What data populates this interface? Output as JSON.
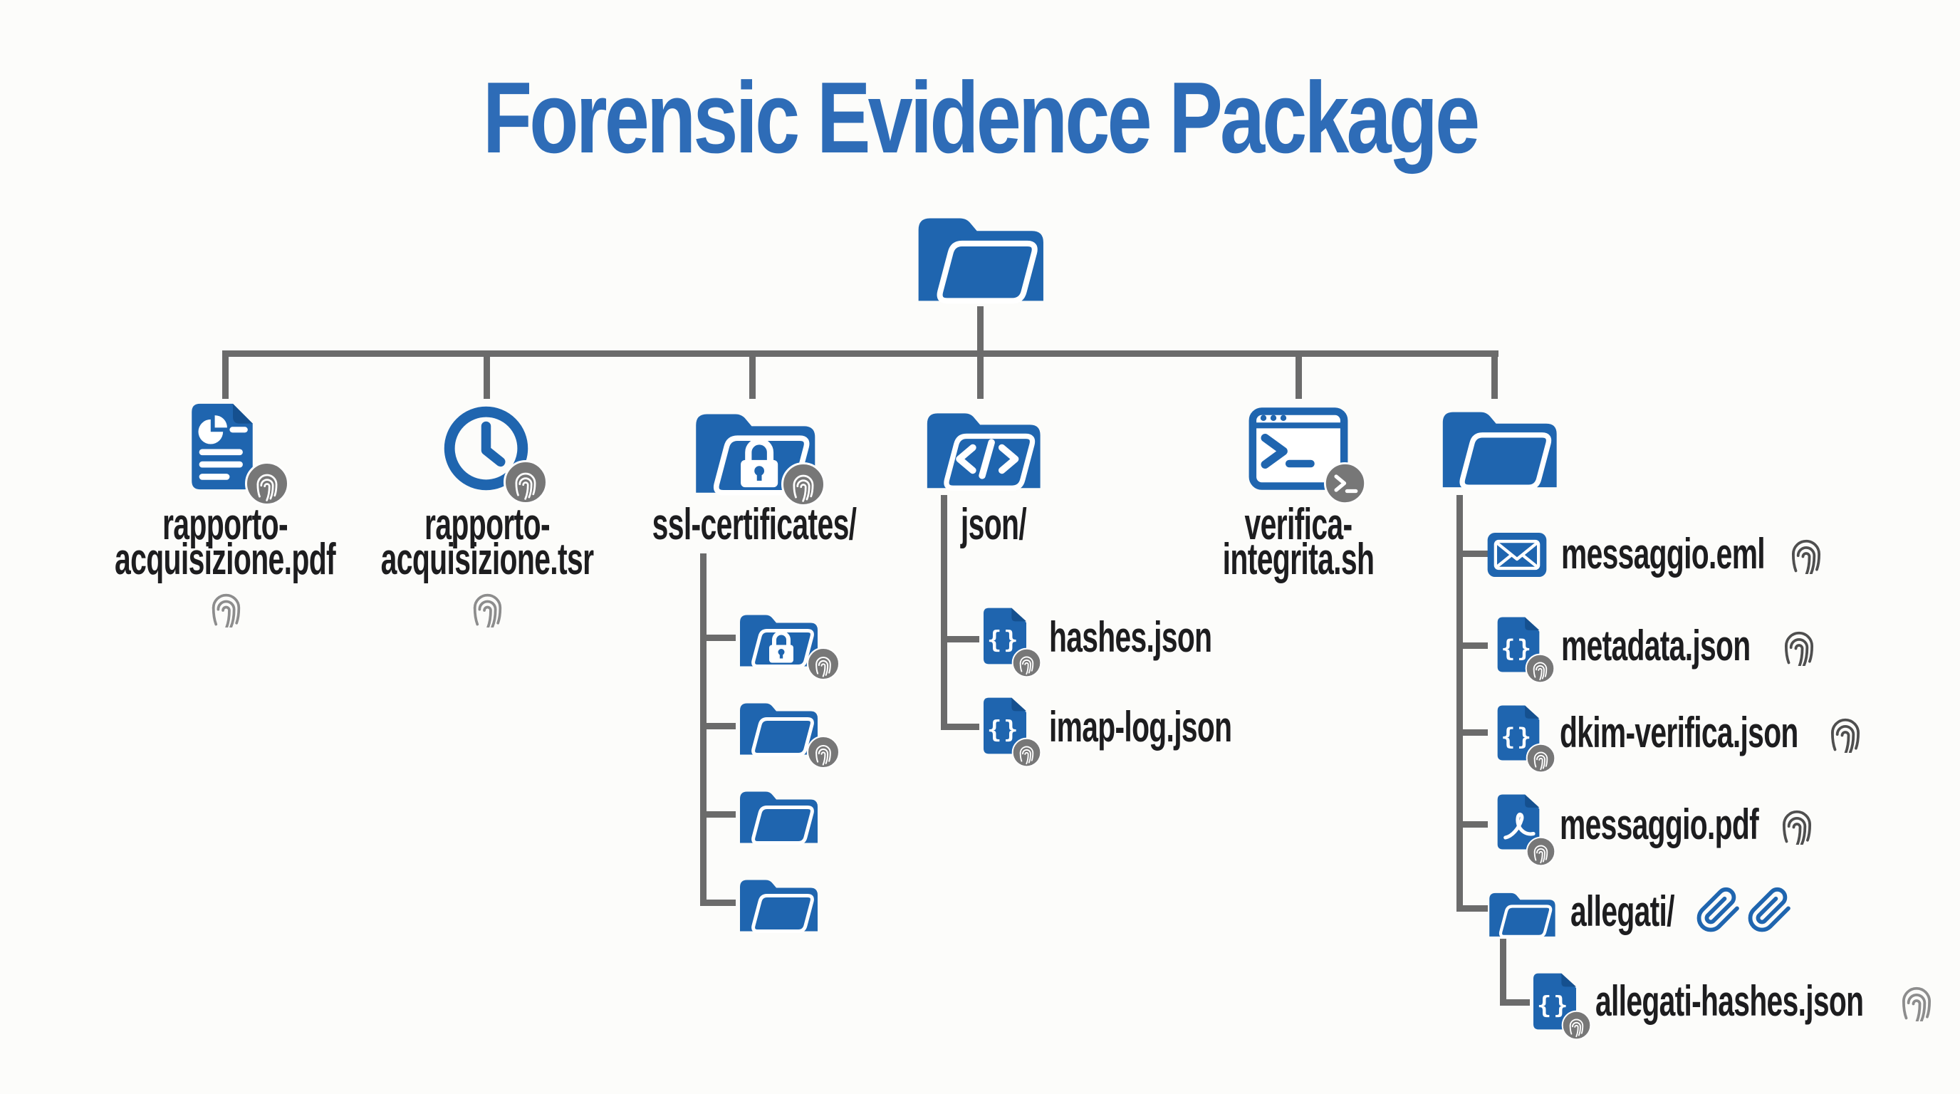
{
  "title": "Forensic Evidence Package",
  "colors": {
    "accent_blue": "#1f65af",
    "title_blue": "#2e6cb7",
    "line_gray": "#6b6b6b",
    "badge_gray": "#777777",
    "fp_gray": "#8d8d8d",
    "fp_dark": "#4f4f4f",
    "text_color": "#1d1d1f",
    "bg": "#fcfcfa"
  },
  "icons": {
    "root": "open-folder",
    "rapporto_pdf": "report-document",
    "rapporto_tsr": "clock",
    "ssl": "lock-folder",
    "json_dir": "code-folder",
    "json_file": "json-file",
    "verifica": "terminal-window",
    "evidence_dir": "open-folder",
    "messaggio_eml": "envelope",
    "messaggio_pdf": "pdf-file",
    "allegati": "open-folder",
    "attachments": "paperclip",
    "integrity_mark": "fingerprint"
  },
  "nodes": {
    "rapporto_pdf": {
      "line1": "rapporto-",
      "line2": "acquisizione.pdf"
    },
    "rapporto_tsr": {
      "line1": "rapporto-",
      "line2": "acquisizione.tsr"
    },
    "ssl": {
      "label": "ssl-certificates/"
    },
    "json_dir": {
      "label": "json/"
    },
    "hashes_json": {
      "label": "hashes.json"
    },
    "imap_log": {
      "label": "imap-log.json"
    },
    "verifica": {
      "line1": "verifica-",
      "line2": "integrita.sh"
    },
    "messaggio_eml": {
      "label": "messaggio.eml"
    },
    "metadata_json": {
      "label": "metadata.json"
    },
    "dkim_json": {
      "label": "dkim-verifica.json"
    },
    "messaggio_pdf": {
      "label": "messaggio.pdf"
    },
    "allegati": {
      "label": "allegati/"
    },
    "allegati_hashes": {
      "label": "allegati-hashes.json"
    }
  }
}
